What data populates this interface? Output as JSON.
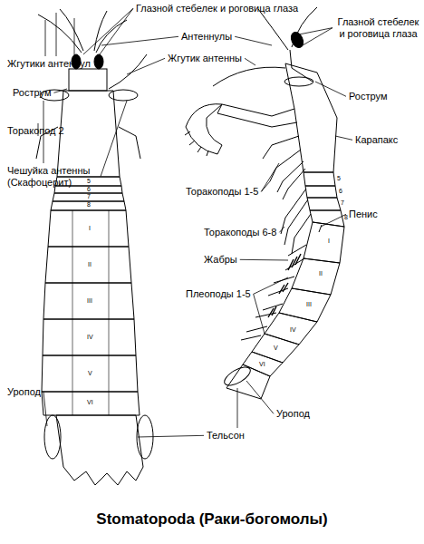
{
  "diagram": {
    "caption": "Stomatopoda (Раки-богомолы)",
    "labels": [
      "Глазной стебелек и роговица глаза",
      "Глазной стебелек и роговица глаза",
      "Жгутики антеннул",
      "Антеннулы",
      "Жгутик антенны",
      "Рострум",
      "Рострум",
      "Торакопод 2",
      "Карапакс",
      "Чешуйка антенны (Скафоцерит)",
      "Торакоподы 1-5",
      "Пенис",
      "Торакоподы 6-8",
      "Жабры",
      "Плеоподы 1-5",
      "Уропод",
      "Уропод",
      "Тельсон",
      "5",
      "6",
      "7",
      "8",
      "I",
      "II",
      "III",
      "IV",
      "V",
      "VI",
      "5",
      "6",
      "7",
      "8",
      "I",
      "II",
      "III",
      "IV",
      "V",
      "VI"
    ]
  }
}
